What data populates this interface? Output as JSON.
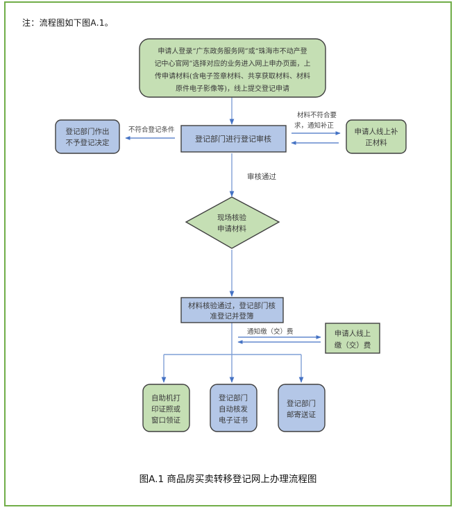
{
  "note": "注：流程图如下图A.1。",
  "caption": "图A.1 商品房买卖转移登记网上办理流程图",
  "colors": {
    "frame": "#70AD47",
    "green_fill": "#C5DFB4",
    "blue_fill": "#B4C7E7",
    "stroke": "#3F3F3F",
    "arrow": "#4472C4"
  },
  "nodes": {
    "start": {
      "shape": "rounded-rect",
      "fill": "green",
      "lines": [
        "申请人登录“广东政务服务网”或“珠海市不动产登",
        "记中心官网”选择对应的业务进入网上申办页面，上",
        "传申请材料(含电子签章材料、共享获取材料、材料",
        "原件电子影像等)，线上提交登记申请"
      ]
    },
    "review": {
      "shape": "rect",
      "fill": "blue",
      "lines": [
        "登记部门进行登记审核"
      ]
    },
    "reject": {
      "shape": "rounded-rect",
      "fill": "blue",
      "lines": [
        "登记部门作出",
        "不予登记决定"
      ]
    },
    "supplement": {
      "shape": "rounded-rect",
      "fill": "green",
      "lines": [
        "申请人线上补",
        "正材料"
      ]
    },
    "verify": {
      "shape": "diamond",
      "fill": "green",
      "lines": [
        "现场核验",
        "申请材料"
      ]
    },
    "approve": {
      "shape": "rect",
      "fill": "blue",
      "lines": [
        "材料核验通过，登记部门核",
        "准登记并登簿"
      ]
    },
    "pay": {
      "shape": "rect",
      "fill": "green",
      "lines": [
        "申请人线上",
        "缴（交）费"
      ]
    },
    "out1": {
      "shape": "rounded-rect",
      "fill": "green",
      "lines": [
        "自助机打",
        "印证照或",
        "窗口领证"
      ]
    },
    "out2": {
      "shape": "rounded-rect",
      "fill": "blue",
      "lines": [
        "登记部门",
        "自动核发",
        "电子证书"
      ]
    },
    "out3": {
      "shape": "rounded-rect",
      "fill": "blue",
      "lines": [
        "登记部门",
        "邮寄送证"
      ]
    }
  },
  "edge_labels": {
    "reject": "不符合登记条件",
    "supplement": [
      "材料不符合要",
      "求，通知补正"
    ],
    "passed": "审核通过",
    "pay": "通知缴（交）费"
  }
}
